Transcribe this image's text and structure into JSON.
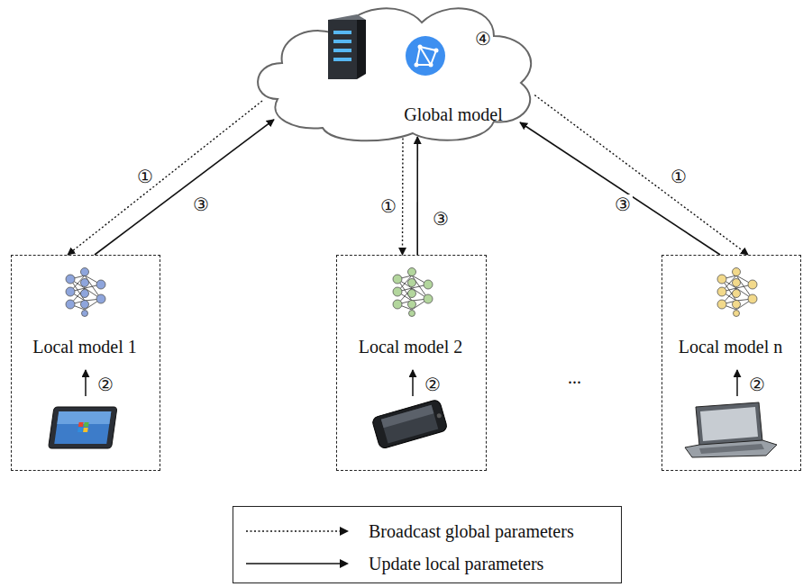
{
  "diagram": {
    "nodes": [
      {
        "text": [
          "Global model"
        ]
      },
      {
        "text": [
          "Local model 1"
        ]
      },
      {
        "text": [
          "Local model 2"
        ]
      },
      {
        "text": [
          "Local model n"
        ]
      }
    ],
    "edges": [
      {
        "from": 0,
        "to": 1,
        "arrow": "to",
        "label": "①"
      },
      {
        "from": 1,
        "to": 0,
        "arrow": "to",
        "label": "③"
      },
      {
        "from": 0,
        "to": 2,
        "arrow": "to",
        "label": "①"
      },
      {
        "from": 2,
        "to": 0,
        "arrow": "to",
        "label": "③"
      },
      {
        "from": 3,
        "to": 0,
        "arrow": "to",
        "label": "③"
      },
      {
        "from": 0,
        "to": 3,
        "arrow": "to",
        "label": "①"
      }
    ],
    "labels": [
      "④",
      "②",
      "②",
      "②",
      "..."
    ],
    "legend": [
      {
        "text": "Broadcast global parameters"
      },
      {
        "text": "Update local parameters"
      }
    ]
  }
}
